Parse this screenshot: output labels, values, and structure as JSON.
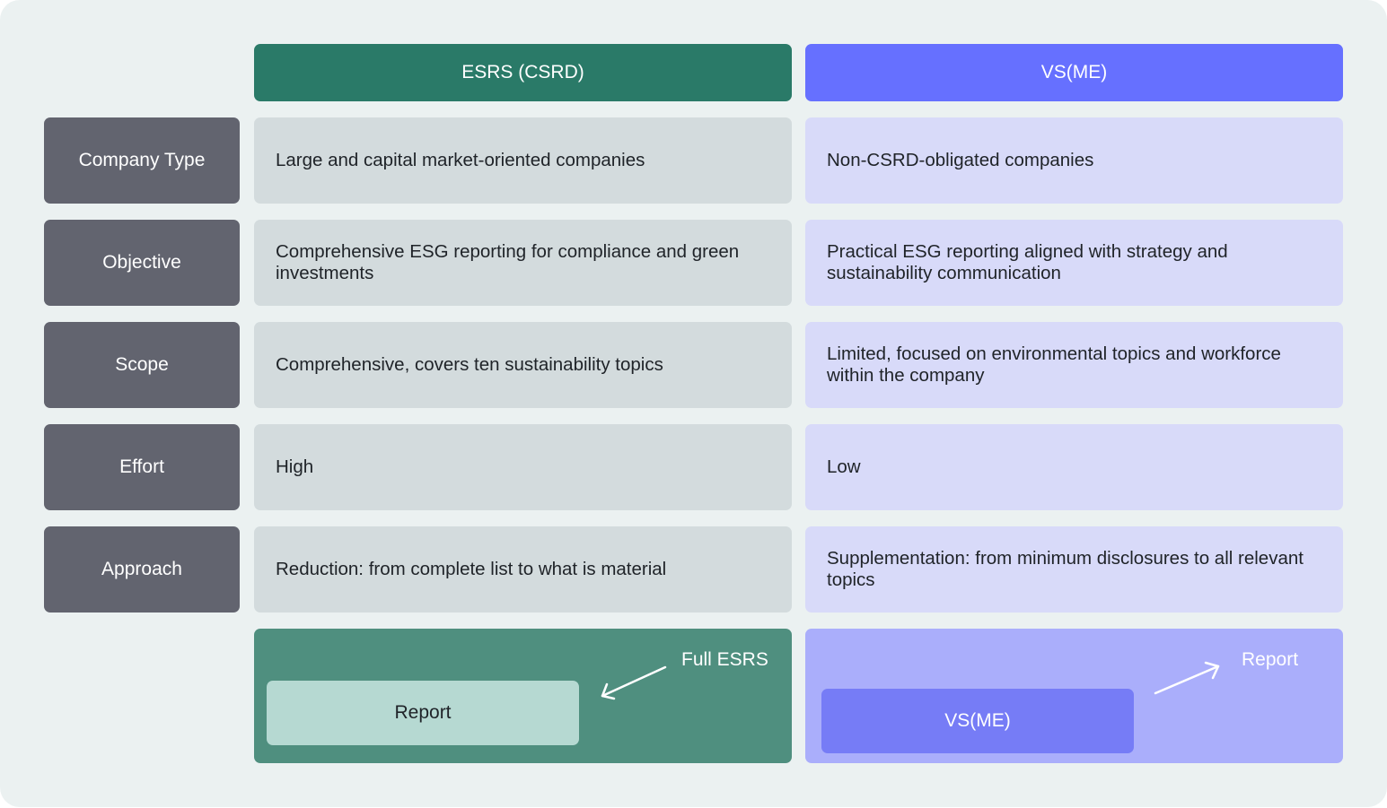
{
  "columns": {
    "esrs": {
      "title": "ESRS (CSRD)",
      "color": "#2a7a68"
    },
    "vsme": {
      "title": "VS(ME)",
      "color": "#6670ff"
    }
  },
  "rows": [
    {
      "label": "Company Type",
      "esrs": "Large and capital market-oriented companies",
      "vsme": "Non-CSRD-obligated companies"
    },
    {
      "label": "Objective",
      "esrs": "Comprehensive ESG reporting for compliance and green investments",
      "vsme": "Practical ESG reporting aligned with strategy and sustainability communication"
    },
    {
      "label": "Scope",
      "esrs": "Comprehensive, covers ten sustainability topics",
      "vsme": "Limited, focused on environmental topics and workforce within the company"
    },
    {
      "label": "Effort",
      "esrs": "High",
      "vsme": "Low"
    },
    {
      "label": "Approach",
      "esrs": "Reduction: from complete list to what is material",
      "vsme": "Supplementation: from minimum disclosures to all relevant topics"
    }
  ],
  "bottom": {
    "esrs": {
      "source_label": "Full ESRS",
      "result_label": "Report",
      "arrow_icon": "arrow-down-left-icon"
    },
    "vsme": {
      "source_label": "VS(ME)",
      "result_label": "Report",
      "arrow_icon": "arrow-up-right-icon"
    }
  }
}
